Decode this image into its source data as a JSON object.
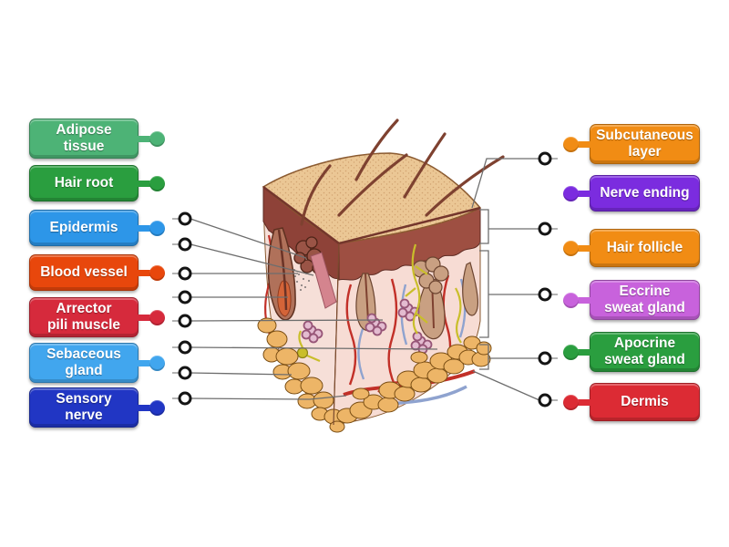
{
  "page": {
    "background": "#ffffff"
  },
  "labels": {
    "left": [
      {
        "text": "Adipose\ntissue",
        "color": "#4db376"
      },
      {
        "text": "Hair root",
        "color": "#2a9e3f"
      },
      {
        "text": "Epidermis",
        "color": "#2d96e8"
      },
      {
        "text": "Blood vessel",
        "color": "#e8470c"
      },
      {
        "text": "Arrector\npili muscle",
        "color": "#d62a3c"
      },
      {
        "text": "Sebaceous\ngland",
        "color": "#41a6ee"
      },
      {
        "text": "Sensory\nnerve",
        "color": "#2136c4"
      }
    ],
    "right": [
      {
        "text": "Subcutaneous\nlayer",
        "color": "#f18c14"
      },
      {
        "text": "Nerve ending",
        "color": "#7b2cdf"
      },
      {
        "text": "Hair follicle",
        "color": "#f18c14"
      },
      {
        "text": "Eccrine\nsweat gland",
        "color": "#c862dc"
      },
      {
        "text": "Apocrine\nsweat gland",
        "color": "#2a9e3f"
      },
      {
        "text": "Dermis",
        "color": "#dc2b34"
      }
    ]
  },
  "diagram": {
    "leader_line_color": "#6e6e6e",
    "target_ring_color": "#141414",
    "illustration": "skin cross-section block"
  }
}
